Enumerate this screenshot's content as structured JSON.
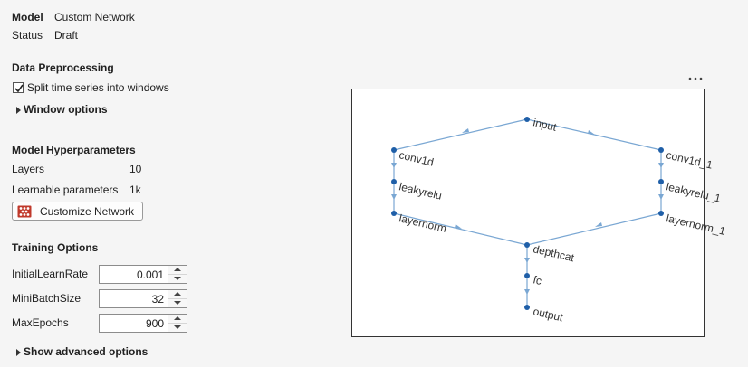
{
  "model": {
    "model_label": "Model",
    "model_value": "Custom Network",
    "status_label": "Status",
    "status_value": "Draft"
  },
  "preprocessing": {
    "heading": "Data Preprocessing",
    "split_label": "Split time series into windows",
    "split_checked": true,
    "window_options_label": "Window options"
  },
  "hyperparameters": {
    "heading": "Model Hyperparameters",
    "layers_label": "Layers",
    "layers_value": "10",
    "learnable_label": "Learnable parameters",
    "learnable_value": "1k",
    "customize_button": "Customize Network"
  },
  "training": {
    "heading": "Training Options",
    "fields": [
      {
        "label": "InitialLearnRate",
        "value": "0.001"
      },
      {
        "label": "MiniBatchSize",
        "value": "32"
      },
      {
        "label": "MaxEpochs",
        "value": "900"
      }
    ],
    "advanced_label": "Show advanced options"
  },
  "graph": {
    "more_icon": "ellipsis-icon",
    "edge_color": "#7aa7d3",
    "node_color": "#1f5fa8",
    "nodes": {
      "input": "input",
      "conv1d_left": "conv1d",
      "leakyrelu_left": "leakyrelu",
      "layernorm_left": "layernorm",
      "conv1d_right": "conv1d_1",
      "leakyrelu_right": "leakyrelu_1",
      "layernorm_right": "layernorm_1",
      "depthcat": "depthcat",
      "fc": "fc",
      "output": "output"
    }
  }
}
